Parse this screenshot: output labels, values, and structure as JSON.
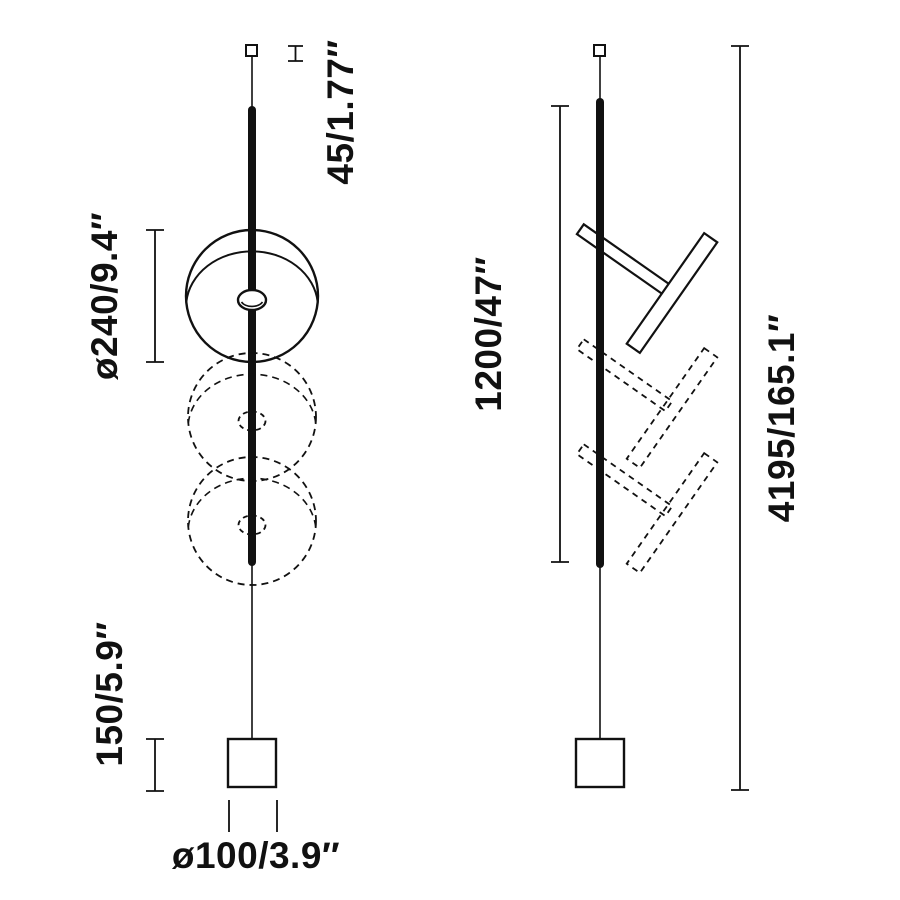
{
  "colors": {
    "line": "#111111",
    "background": "#ffffff"
  },
  "front_view": {
    "canopy_height_label": "45/1.77″",
    "shade_diameter_label": "ø240/9.4″",
    "base_height_label": "150/5.9″",
    "base_diameter_label": "ø100/3.9″"
  },
  "side_view": {
    "rod_length_label": "1200/47″",
    "total_height_label": "4195/165.1″"
  }
}
